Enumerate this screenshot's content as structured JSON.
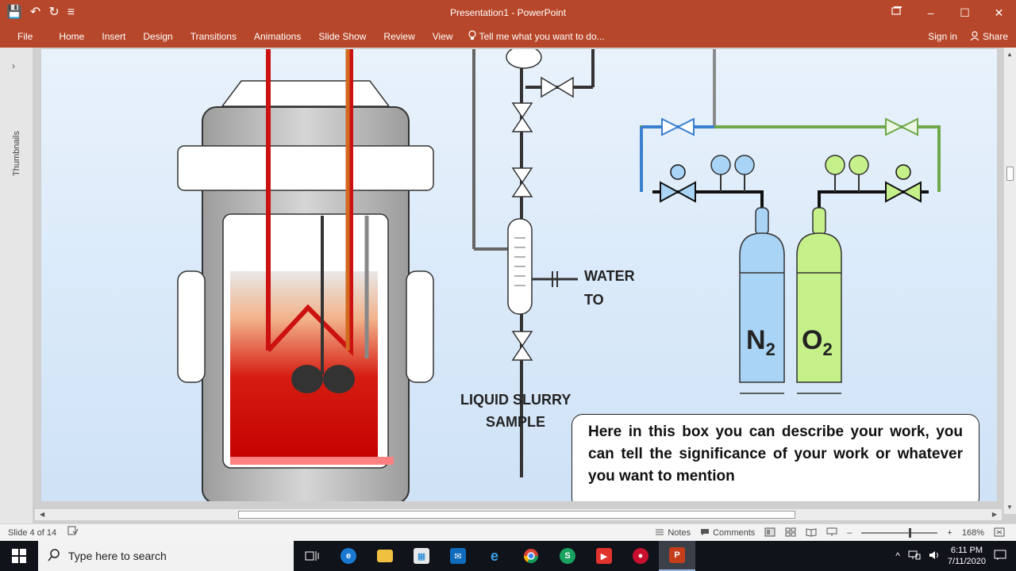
{
  "window": {
    "title": "Presentation1 - PowerPoint",
    "controls": {
      "restore_icon": "restore-window-icon",
      "minimize": "–",
      "maximize": "☐",
      "close": "✕"
    }
  },
  "quick_access": {
    "save": "💾",
    "undo": "↶",
    "redo": "↻",
    "customize": "≡"
  },
  "ribbon": {
    "tabs": [
      "File",
      "Home",
      "Insert",
      "Design",
      "Transitions",
      "Animations",
      "Slide Show",
      "Review",
      "View"
    ],
    "tell_me": "Tell me what you want to do...",
    "sign_in": "Sign in",
    "share": "Share"
  },
  "thumbnails": {
    "label": "Thumbnails",
    "chevron": "›"
  },
  "slide": {
    "labels": {
      "water": "WATER",
      "water_to": "TO",
      "liquid_line1": "LIQUID SLURRY",
      "liquid_line2": "SAMPLE",
      "n2_main": "N",
      "n2_sub": "2",
      "o2_main": "O",
      "o2_sub": "2"
    },
    "description": "Here in this box you can describe your work, you can tell the significance of your work or whatever you want to mention"
  },
  "colors": {
    "ribbon": "#b7472a",
    "n2_cylinder": "#a9d4f5",
    "o2_cylinder": "#c5f08a",
    "n2_line": "#3b7fd1",
    "o2_line": "#6fa84a",
    "red_line": "#cc1111",
    "orange_line": "#d2691e"
  },
  "statusbar": {
    "slide_info": "Slide 4 of 14",
    "notes": "Notes",
    "comments": "Comments",
    "zoom": "168%",
    "zoom_minus": "–",
    "zoom_plus": "+"
  },
  "taskbar": {
    "search_placeholder": "Type here to search",
    "time": "6:11 PM",
    "date": "7/11/2020"
  }
}
